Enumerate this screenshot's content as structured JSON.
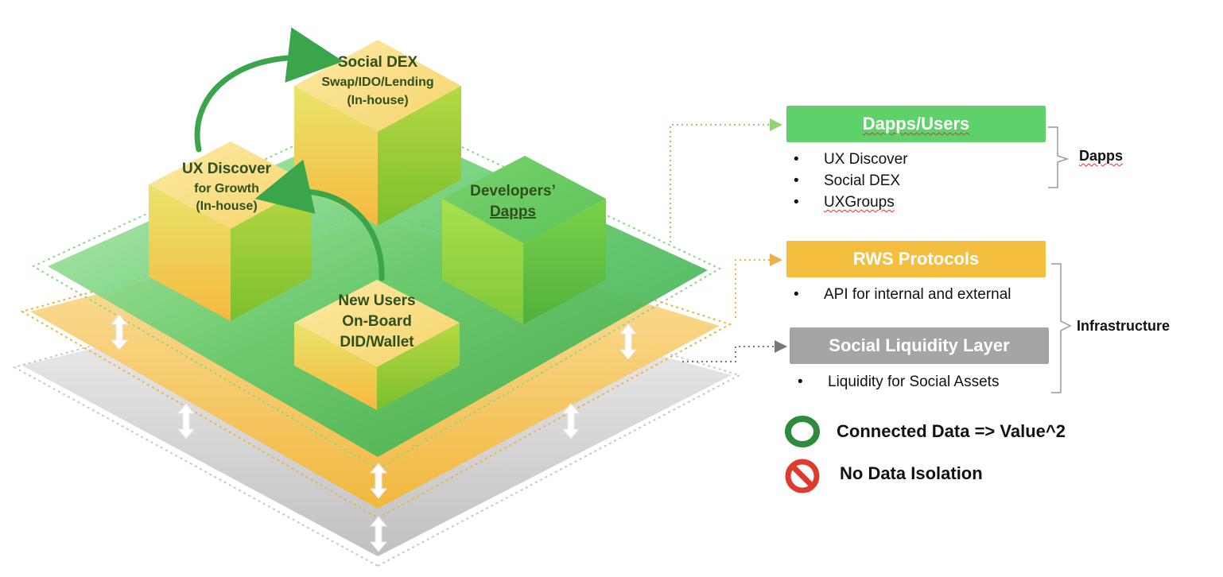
{
  "cubes": {
    "social_dex": {
      "line1": "Social DEX",
      "line2": "Swap/IDO/Lending",
      "line3": "(In-house)"
    },
    "ux_discover": {
      "line1": "UX Discover",
      "line2": "for Growth",
      "line3": "(In-house)"
    },
    "developers": {
      "line1": "Developers’",
      "line2": "Dapps"
    },
    "new_users": {
      "line1": "New Users",
      "line2": "On-Board",
      "line3": "DID/Wallet"
    }
  },
  "panel": {
    "dapps_users": {
      "title": "Dapps/Users",
      "color": "#5fd16a",
      "items": [
        "UX Discover",
        "Social DEX",
        "UXGroups"
      ]
    },
    "rws": {
      "title": "RWS Protocols",
      "color": "#f4bf3e",
      "items": [
        "API for internal and external"
      ]
    },
    "liquidity": {
      "title": "Social Liquidity Layer",
      "color": "#a5a5a5",
      "items": [
        "Liquidity for Social Assets"
      ]
    },
    "brace_labels": {
      "dapps": "Dapps",
      "infrastructure": "Infrastructure"
    }
  },
  "legend": {
    "connected": {
      "text": "Connected Data => Value^2",
      "icon": "green-ring-icon",
      "color": "#2e8b3c"
    },
    "isolation": {
      "text": "No Data Isolation",
      "icon": "no-entry-icon",
      "color": "#e03a2f"
    }
  }
}
